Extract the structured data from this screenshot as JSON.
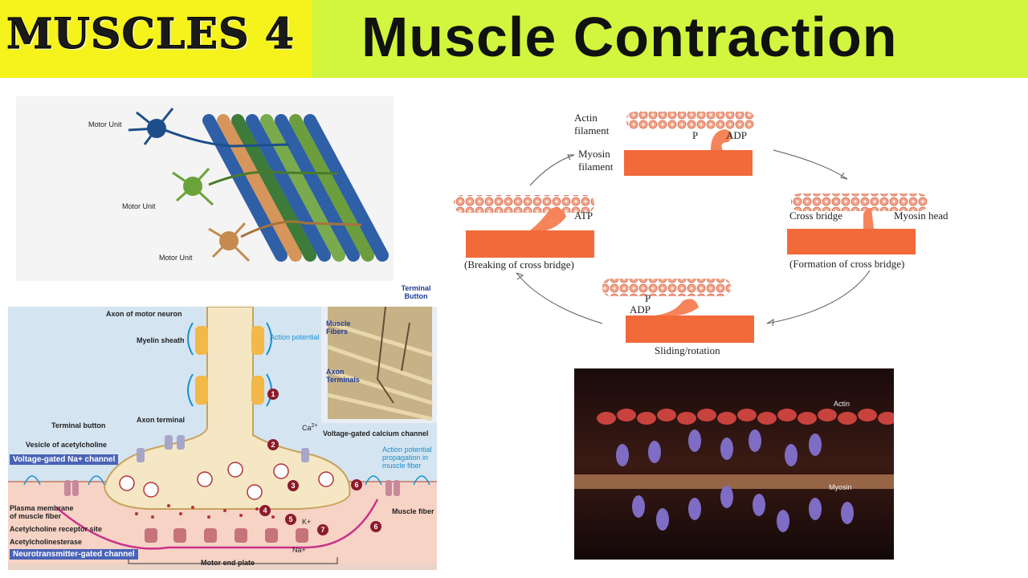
{
  "header": {
    "series": "MUSCLES 4",
    "title": "Muscle Contraction",
    "colors": {
      "left": "#f5f21c",
      "right": "#d2f53d"
    }
  },
  "motor_unit_panel": {
    "labels": [
      "Motor Unit",
      "Motor Unit",
      "Motor Unit"
    ]
  },
  "nmj_panel": {
    "labels": {
      "axon_motor_neuron": "Axon of motor neuron",
      "myelin_sheath": "Myelin sheath",
      "action_potential": "Action potential",
      "axon_terminal": "Axon terminal",
      "terminal_button": "Terminal button",
      "vesicle": "Vesicle of acetylcholine",
      "vg_na": "Voltage-gated Na+ channel",
      "plasma_membrane": "Plasma membrane of muscle fiber",
      "ach_receptor": "Acetylcholine receptor site",
      "ache": "Acetylcholinesterase",
      "ntg_channel": "Neurotransmitter-gated channel",
      "motor_end_plate": "Motor end plate",
      "vg_ca": "Voltage-gated calcium channel",
      "ap_propagation": "Action potential propagation in muscle fiber",
      "muscle_fiber": "Muscle fiber",
      "ca": "Ca",
      "ca_sup": "2+",
      "k": "K+",
      "na": "Na+"
    },
    "steps": [
      "1",
      "2",
      "3",
      "4",
      "5",
      "6",
      "6",
      "7"
    ],
    "micrograph": {
      "terminal_button": "Terminal Button",
      "muscle_fibers": "Muscle Fibers",
      "axon_terminals": "Axon Terminals"
    }
  },
  "cycle_panel": {
    "actin_filament": "Actin filament",
    "myosin_filament": "Myosin filament",
    "p_top": "P",
    "adp_top": "ADP",
    "atp": "ATP",
    "breaking": "(Breaking of cross bridge)",
    "cross_bridge": "Cross bridge",
    "myosin_head": "Myosin head",
    "formation": "(Formation of cross bridge)",
    "p_bottom": "P",
    "adp_bottom": "ADP",
    "sliding": "Sliding/rotation"
  },
  "render_panel": {
    "actin": "Actin",
    "myosin": "Myosin"
  }
}
